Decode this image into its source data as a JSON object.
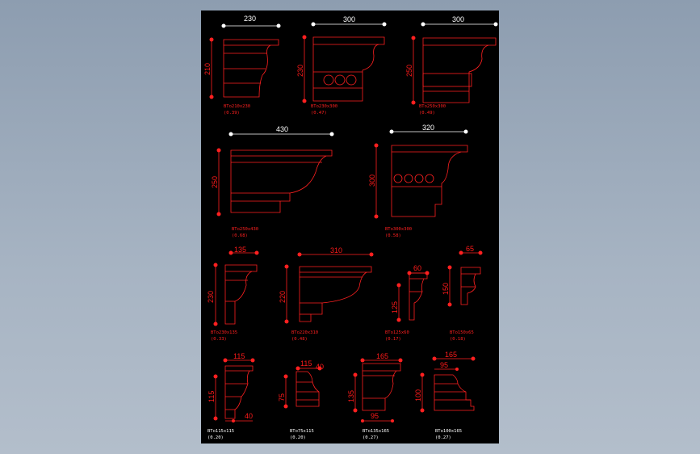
{
  "items": [
    {
      "w": "230",
      "h": "210",
      "name": "BTo210x230",
      "val": "(0.39)"
    },
    {
      "w": "300",
      "h": "230",
      "name": "BTo230x300",
      "val": "(0.47)"
    },
    {
      "w": "300",
      "h": "250",
      "name": "BTo250x300",
      "val": "(0.49)"
    },
    {
      "w": "430",
      "h": "250",
      "name": "BTo250x430",
      "val": "(0.68)"
    },
    {
      "w": "320",
      "h": "300",
      "name": "BTo300x300",
      "val": "(0.58)"
    },
    {
      "w": "135",
      "h": "230",
      "name": "BTo230x135",
      "val": "(0.33)"
    },
    {
      "w": "310",
      "h": "220",
      "name": "BTo220x310",
      "val": "(0.48)"
    },
    {
      "w": "60",
      "h": "125",
      "name": "BTo125x60",
      "val": "(0.17)"
    },
    {
      "w": "65",
      "h": "150",
      "name": "BTo150x65",
      "val": "(0.18)"
    },
    {
      "w": "115",
      "h": "115",
      "w2": "40",
      "name": "BTo115x115",
      "val": "(0.20)"
    },
    {
      "w": "115",
      "h": "75",
      "w2": "40",
      "name": "BTo75x115",
      "val": "(0.20)"
    },
    {
      "w": "165",
      "h": "135",
      "w2": "95",
      "name": "BTo135x165",
      "val": "(0.27)"
    },
    {
      "w": "165",
      "h": "100",
      "w2": "95",
      "name": "BTo100x165",
      "val": "(0.27)"
    }
  ]
}
